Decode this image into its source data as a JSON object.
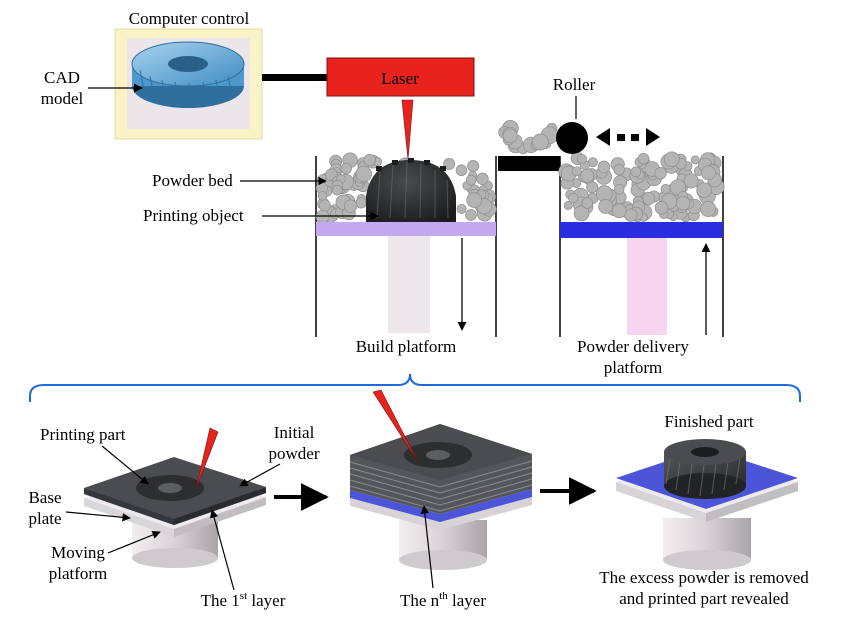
{
  "labels": {
    "computer_control": "Computer control",
    "cad_model_line1": "CAD",
    "cad_model_line2": "model",
    "laser": "Laser",
    "roller": "Roller",
    "powder_bed": "Powder bed",
    "printing_object": "Printing object",
    "build_platform": "Build platform",
    "powder_delivery_line1": "Powder delivery",
    "powder_delivery_line2": "platform",
    "printing_part": "Printing part",
    "initial_powder_line1": "Initial",
    "initial_powder_line2": "powder",
    "base_plate_line1": "Base",
    "base_plate_line2": "plate",
    "moving_platform_line1": "Moving",
    "moving_platform_line2": "platform",
    "first_layer_pre": "The 1",
    "first_layer_sup": "st",
    "first_layer_post": " layer",
    "nth_layer_pre": "The n",
    "nth_layer_sup": "th",
    "nth_layer_post": " layer",
    "finished_part": "Finished part",
    "excess_line1": "The excess powder is removed",
    "excess_line2": "and printed part revealed"
  },
  "colors": {
    "laser_box": "#e8231e",
    "laser_beam": "#e8231e",
    "gear": "#6fb1dd",
    "powder": "#b4b4b4",
    "build_plate": "#c4a9f0",
    "delivery_plate": "#2a2ee0",
    "piston_build": "#ece7ea",
    "piston_delivery": "#f8d5ee",
    "blue_layer": "#4c55d8",
    "brace": "#1e6ad8",
    "part": "#3a3b3d"
  }
}
